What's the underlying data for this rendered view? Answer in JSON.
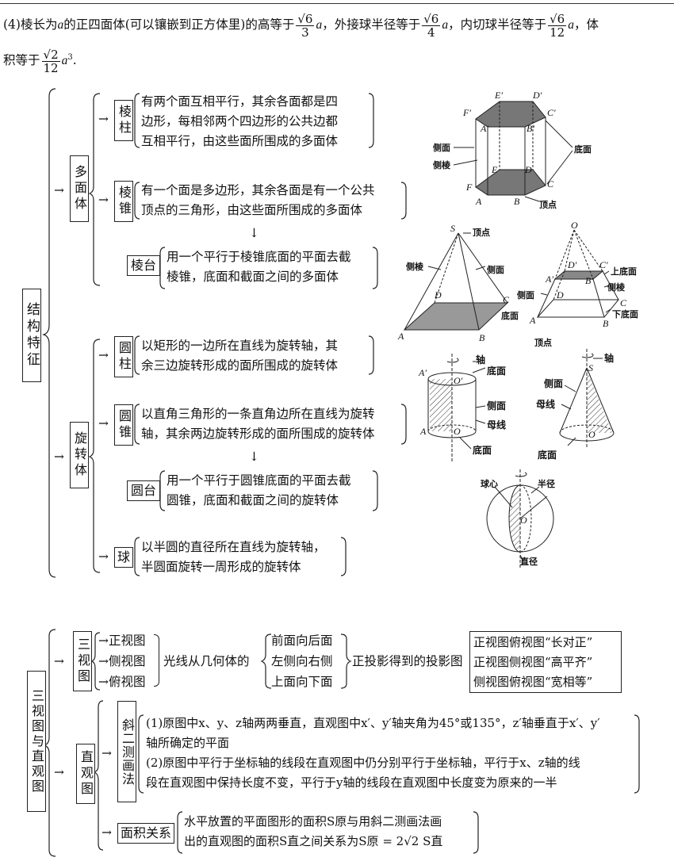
{
  "top": {
    "line1_a": "(4)棱长为",
    "var_a": "a",
    "line1_b": "的正四面体(可以镶嵌到正方体里)的高等于",
    "f1_num": "√6",
    "f1_den": "3",
    "line1_c": "，外接球半径等于",
    "f2_num": "√6",
    "f2_den": "4",
    "line1_d": "，内切球半径等于",
    "f3_num": "√6",
    "f3_den": "12",
    "line1_e": "，体",
    "line2_a": "积等于",
    "f4_num": "√2",
    "f4_den": "12",
    "cube": "a",
    "exp": "3",
    "line2_end": "."
  },
  "structure": {
    "title": "结构特征",
    "polyhedron": {
      "label": "多面体",
      "prism": {
        "label": "棱柱",
        "lines": [
          "有两个面互相平行，其余各面都是四",
          "边形，每相邻两个四边形的公共边都",
          "互相平行，由这些面所围成的多面体"
        ]
      },
      "pyramid": {
        "label": "棱锥",
        "lines": [
          "有一个面是多边形，其余各面是有一个公共",
          "顶点的三角形，由这些面所围成的多面体"
        ]
      },
      "frustum": {
        "label": "棱台",
        "lines": [
          "用一个平行于棱锥底面的平面去截",
          "棱锥，底面和截面之间的多面体"
        ]
      }
    },
    "revolution": {
      "label": "旋转体",
      "cylinder": {
        "label": "圆柱",
        "lines": [
          "以矩形的一边所在直线为旋转轴，其",
          "余三边旋转形成的面所围成的旋转体"
        ]
      },
      "cone": {
        "label": "圆锥",
        "lines": [
          "以直角三角形的一条直角边所在直线为旋转",
          "轴，其余两边旋转形成的面所围成的旋转体"
        ]
      },
      "cfrustum": {
        "label": "圆台",
        "lines": [
          "用一个平行于圆锥底面的平面去截",
          "圆锥，底面和截面之间的旋转体"
        ]
      },
      "sphere": {
        "label": "球",
        "lines": [
          "以半圆的直径所在直线为旋转轴，",
          "半圆面旋转一周形成的旋转体"
        ]
      }
    },
    "arrow_down": "↓"
  },
  "figures": {
    "prism": {
      "Ep": "E′",
      "Dp": "D′",
      "Fp": "F′",
      "Cp": "C′",
      "Ap": "A′",
      "Bp": "B′",
      "E": "E",
      "D": "D",
      "F": "F",
      "C": "C",
      "A": "A",
      "B": "B",
      "side": "侧面",
      "edge": "侧棱",
      "base": "底面",
      "vertex": "顶点"
    },
    "pyramid": {
      "S": "S",
      "vertex": "顶点",
      "edge": "侧棱",
      "side": "侧面",
      "D": "D",
      "C": "C",
      "A": "A",
      "B": "B",
      "base": "底面"
    },
    "frustum": {
      "O": "O",
      "Dp": "D′",
      "Cp": "C′",
      "Ap": "A′",
      "Bp": "B′",
      "D": "D",
      "C": "C",
      "A": "A",
      "B": "B",
      "upper": "上底面",
      "side": "侧面",
      "edge": "侧棱",
      "lower": "下底面",
      "vertex": "顶点"
    },
    "cylinder": {
      "axis": "轴",
      "Ap": "A′",
      "Op": "O′",
      "top": "底面",
      "side": "侧面",
      "gen": "母线",
      "A": "A",
      "O": "O",
      "bottom": "底面"
    },
    "cone": {
      "axis": "轴",
      "S": "S",
      "side": "侧面",
      "gen": "母线",
      "O": "O",
      "base": "底面"
    },
    "sphere": {
      "center": "球心",
      "radius": "半径",
      "O": "O",
      "diameter": "直径"
    }
  },
  "three_view": {
    "title": "三视图与直观图",
    "views": {
      "label": "三视图",
      "items": [
        "正视图",
        "侧视图",
        "俯视图"
      ],
      "light": "光线从几何体的",
      "dirs": [
        "前面向后面",
        "左侧向右侧",
        "上面向下面"
      ],
      "proj": "正投影得到的投影图",
      "rules": [
        "正视图俯视图“长对正”",
        "正视图侧视图“高平齐”",
        "侧视图俯视图“宽相等”"
      ]
    },
    "intuitive": {
      "label": "直观图",
      "oblique": {
        "label": "斜二测画法",
        "line1": "(1)原图中x、y、z轴两两垂直，直观图中x′、y′轴夹角为45°或135°，z′轴垂直于x′、y′",
        "line2": "轴所确定的平面",
        "line3": "(2)原图中平行于坐标轴的线段在直观图中仍分别平行于坐标轴，平行于x、z轴的线",
        "line4": "段在直观图中保持长度不变，平行于y轴的线段在直观图中长度变为原来的一半"
      },
      "area": {
        "label": "面积关系",
        "line1": "水平放置的平面图形的面积S原与用斜二测画法画",
        "line2": "出的直观图的面积S直之间关系为S原 = 2√2 S直"
      }
    }
  }
}
